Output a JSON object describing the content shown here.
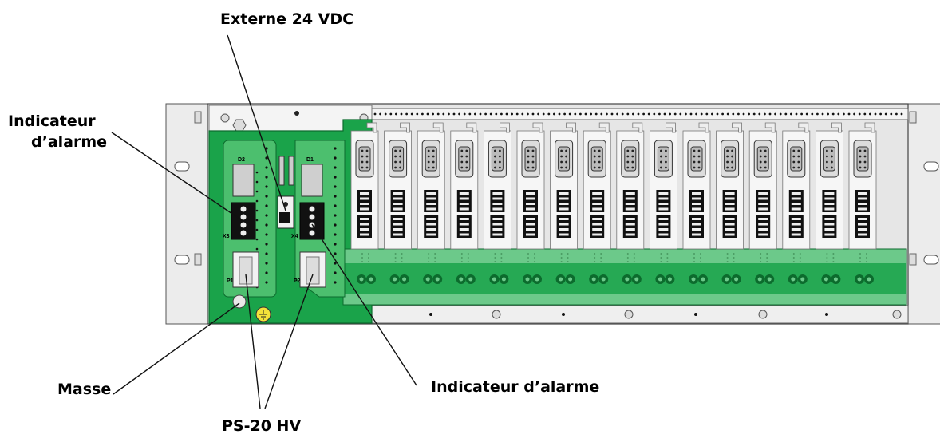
{
  "labels": {
    "external_24vdc": "Externe 24 VDC",
    "alarm_indicator_left_line1": "Indicateur",
    "alarm_indicator_left_line2": "d’alarme",
    "alarm_indicator_right": "Indicateur d’alarme",
    "ground": "Masse",
    "power_supply": "PS-20 HV"
  },
  "board_markings": {
    "d1": "D1",
    "d2": "D2",
    "x3": "X3",
    "x4": "X4",
    "p1": "P1",
    "p2": "P2"
  },
  "colors": {
    "pcb_green": "#1aa34a",
    "pcb_light": "#6cc98a",
    "chassis": "#e6e6e6",
    "outline": "#333333"
  },
  "module_slots": 16
}
